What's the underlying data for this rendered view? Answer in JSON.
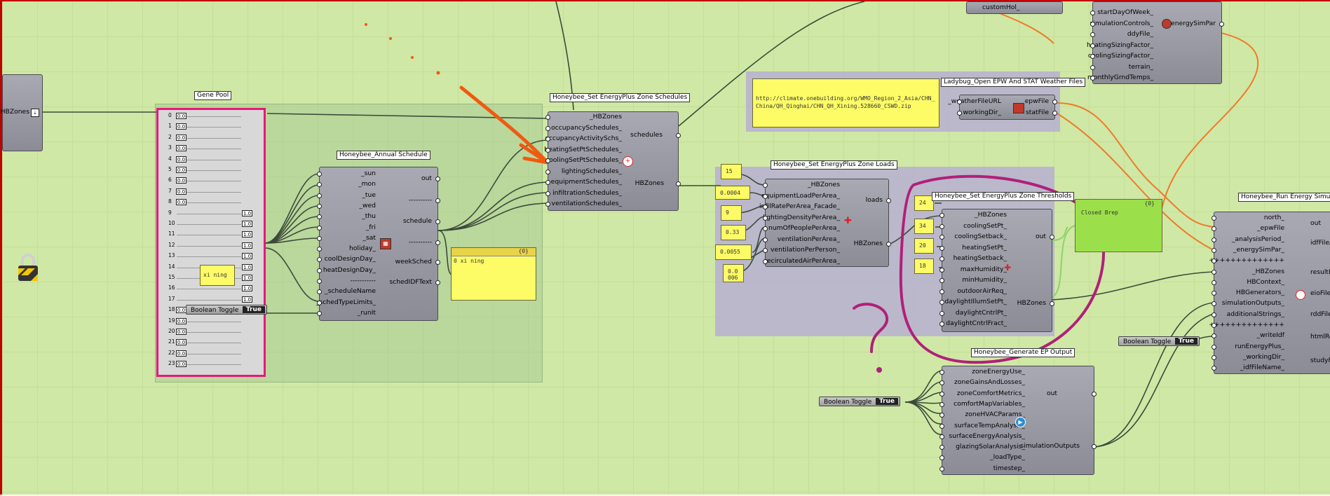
{
  "components": {
    "left_stub": {
      "label": "HBZones"
    },
    "gene_pool": {
      "title": "Gene Pool",
      "rows": [
        {
          "i": "0",
          "v": "0.0"
        },
        {
          "i": "1",
          "v": "0.0"
        },
        {
          "i": "2",
          "v": "0.0"
        },
        {
          "i": "3",
          "v": "0.0"
        },
        {
          "i": "4",
          "v": "0.0"
        },
        {
          "i": "5",
          "v": "0.0"
        },
        {
          "i": "6",
          "v": "0.0"
        },
        {
          "i": "7",
          "v": "0.0"
        },
        {
          "i": "8",
          "v": "0.0"
        },
        {
          "i": "9",
          "v": "1.0"
        },
        {
          "i": "10",
          "v": "1.0"
        },
        {
          "i": "11",
          "v": "1.0"
        },
        {
          "i": "12",
          "v": "1.0"
        },
        {
          "i": "13",
          "v": "1.0"
        },
        {
          "i": "14",
          "v": "1.0"
        },
        {
          "i": "15",
          "v": "1.0"
        },
        {
          "i": "16",
          "v": "1.0"
        },
        {
          "i": "17",
          "v": "1.0"
        },
        {
          "i": "18",
          "v": "0.0"
        },
        {
          "i": "19",
          "v": "0.0"
        },
        {
          "i": "20",
          "v": "0.0"
        },
        {
          "i": "21",
          "v": "0.0"
        },
        {
          "i": "22",
          "v": "0.0"
        },
        {
          "i": "23",
          "v": "0.0"
        }
      ]
    },
    "annual_schedule": {
      "title": "Honeybee_Annual Schedule",
      "inputs": [
        "_sun",
        "_mon",
        "_tue",
        "_wed",
        "_thu",
        "_fri",
        "_sat",
        "holiday_",
        "coolDesignDay_",
        "heatDesignDay_",
        "-----------",
        "_scheduleName",
        "_schedTypeLimits_",
        "_runIt"
      ],
      "outputs": [
        "out",
        "----------",
        "schedule",
        "----------",
        "weekSched",
        "schedIDFText"
      ]
    },
    "zone_schedules": {
      "title": "Honeybee_Set EnergyPlus Zone Schedules",
      "inputs": [
        "_HBZones",
        "occupancySchedules_",
        "occupancyActivitySchs_",
        "heatingSetPtSchedules_",
        "coolingSetPtSchedules_",
        "lightingSchedules_",
        "equipmentSchedules_",
        "infiltrationSchedules_",
        "ventilationSchedules_"
      ],
      "outputs": [
        "schedules",
        "HBZones"
      ]
    },
    "open_epw": {
      "title": "Ladybug_Open EPW And STAT Weather Files",
      "inputs": [
        "_weatherFileURL",
        "workingDir_"
      ],
      "outputs": [
        "epwFile",
        "statFile"
      ]
    },
    "url_panel": {
      "text": "http://climate.onebuilding.org/WMO_Region_2_Asia/CHN_China/QH_Qinghai/CHN_QH_Xining.528660_CSWD.zip"
    },
    "zone_loads": {
      "title": "Honeybee_Set EnergyPlus Zone Loads",
      "inputs": [
        "_HBZones",
        "equipmentLoadPerArea_",
        "infilRatePerArea_Facade_",
        "lightingDensityPerArea_",
        "numOfPeoplePerArea_",
        "ventilationPerArea_",
        "ventilationPerPerson_",
        "recirculatedAirPerArea_"
      ],
      "outputs": [
        "loads",
        "HBZones"
      ]
    },
    "load_values": [
      "15",
      "0.0004",
      "9",
      "0.33",
      "0.0055",
      "0.0 006"
    ],
    "zone_thresholds": {
      "title": "Honeybee_Set EnergyPlus Zone Thresholds",
      "inputs": [
        "_HBZones",
        "coolingSetPt_",
        "coolingSetback_",
        "heatingSetPt_",
        "heatingSetback_",
        "maxHumidity_",
        "minHumidity_",
        "outdoorAirReq_",
        "daylightIllumSetPt_",
        "daylightCntrlPt_",
        "daylightCntrlFract_"
      ],
      "outputs": [
        "out",
        "HBZones"
      ]
    },
    "threshold_values": [
      "24",
      "34",
      "20",
      "18"
    ],
    "closed_brep": {
      "header": "{0}",
      "text": "Closed Brep"
    },
    "sched_panel": {
      "header": "{0}",
      "text": "0 xi ning"
    },
    "xining_panel": {
      "text": "xi ning"
    },
    "generate_output": {
      "title": "Honeybee_Generate EP Output",
      "inputs": [
        "zoneEnergyUse_",
        "zoneGainsAndLosses_",
        "zoneComfortMetrics_",
        "comfortMapVariables_",
        "zoneHVACParams_",
        "surfaceTempAnalysis_",
        "surfaceEnergyAnalysis_",
        "glazingSolarAnalysis_",
        "_loadType_",
        "timestep_"
      ],
      "outputs": [
        "out",
        "simulationOutputs"
      ]
    },
    "sim_par": {
      "inputs": [
        "startDayOfWeek_",
        "simulationControls_",
        "ddyFile_",
        "heatingSizingFactor_",
        "coolingSizingFactor_",
        "terrain_",
        "monthlyGrndTemps_"
      ],
      "outputs": [
        "energySimPar"
      ]
    },
    "custom_hol": {
      "label": "customHol_"
    },
    "run_sim": {
      "title": "Honeybee_Run Energy Simulati",
      "inputs": [
        "north_",
        "_epwFile",
        "_analysisPeriod_",
        "_energySimPar_",
        "++++++++++++++",
        "_HBZones",
        "HBContext_",
        "HBGenerators_",
        "simulationOutputs_",
        "additionalStrings_",
        "++++++++++++++",
        "_writeIdf",
        "runEnergyPlus_",
        "_workingDir_",
        "_idfFileName_"
      ],
      "outputs": [
        "out",
        "idfFileA",
        "resultFi",
        "eioFileA",
        "rddFileA",
        "htmlRep",
        "studyFo"
      ]
    },
    "toggles": [
      {
        "label": "Boolean Toggle",
        "value": "True"
      },
      {
        "label": "Boolean Toggle",
        "value": "True"
      },
      {
        "label": "Boolean Toggle",
        "value": "True"
      }
    ]
  },
  "colors": {
    "canvas": "#cfe8a5",
    "component": "#9a9aa5",
    "panel": "#fdfb66",
    "group_purple": "#b4a8d8",
    "selection": "#e8177a",
    "wire_orange": "#f07a2a",
    "annotation_magenta": "#b0207a"
  },
  "icons": [
    "lock-icon",
    "schedule-icon",
    "loads-icon",
    "thresholds-icon",
    "output-icon",
    "url-icon",
    "simpar-icon"
  ]
}
